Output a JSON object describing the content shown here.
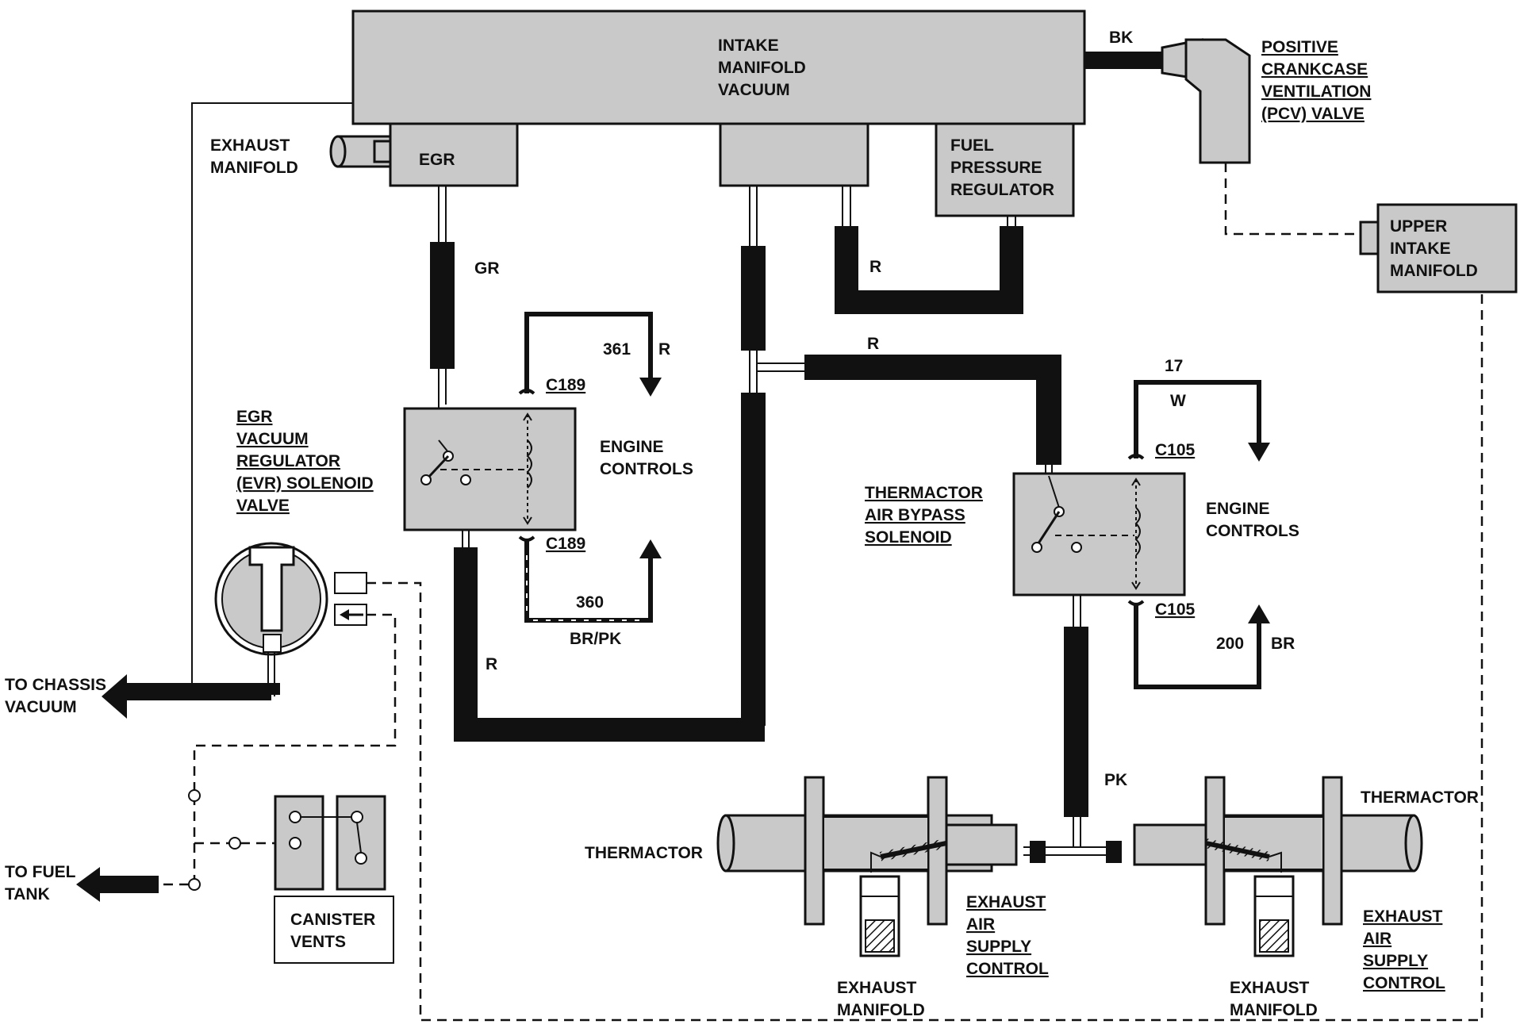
{
  "labels": {
    "intake_1": "INTAKE",
    "intake_2": "MANIFOLD",
    "intake_3": "VACUUM",
    "bk": "BK",
    "pcv_1": "POSITIVE",
    "pcv_2": "CRANKCASE",
    "pcv_3": "VENTILATION",
    "pcv_4": "(PCV) VALVE",
    "exhaust_manifold_1": "EXHAUST",
    "exhaust_manifold_2": "MANIFOLD",
    "egr": "EGR",
    "fpr_1": "FUEL",
    "fpr_2": "PRESSURE",
    "fpr_3": "REGULATOR",
    "uim_1": "UPPER",
    "uim_2": "INTAKE",
    "uim_3": "MANIFOLD",
    "gr": "GR",
    "r_fpr": "R",
    "r_main": "R",
    "w361": "361",
    "r361": "R",
    "c189_top": "C189",
    "c189_bot": "C189",
    "w360": "360",
    "brpk": "BR/PK",
    "engine_controls_1a": "ENGINE",
    "engine_controls_1b": "CONTROLS",
    "evr_1": "EGR",
    "evr_2": "VACUUM",
    "evr_3": "REGULATOR",
    "evr_4": "(EVR) SOLENOID",
    "evr_5": "VALVE",
    "r_lower": "R",
    "w17": "17",
    "w_color": "W",
    "c105_top": "C105",
    "c105_bot": "C105",
    "tab_1": "THERMACTOR",
    "tab_2": "AIR BYPASS",
    "tab_3": "SOLENOID",
    "engine_controls_2a": "ENGINE",
    "engine_controls_2b": "CONTROLS",
    "w200": "200",
    "br": "BR",
    "pk": "PK",
    "chassis_1": "TO CHASSIS",
    "chassis_2": "VACUUM",
    "fuel_1": "TO FUEL",
    "fuel_2": "TANK",
    "canister_1": "CANISTER",
    "canister_2": "VENTS",
    "thermactor_left": "THERMACTOR",
    "thermactor_right": "THERMACTOR",
    "easc_l1": "EXHAUST",
    "easc_l2": "AIR",
    "easc_l3": "SUPPLY",
    "easc_l4": "CONTROL",
    "easc_r1": "EXHAUST",
    "easc_r2": "AIR",
    "easc_r3": "SUPPLY",
    "easc_r4": "CONTROL",
    "exm_l1": "EXHAUST",
    "exm_l2": "MANIFOLD",
    "exm_r1": "EXHAUST",
    "exm_r2": "MANIFOLD"
  },
  "colors": {
    "component_fill": "#c9c9c9",
    "line": "#111111"
  }
}
